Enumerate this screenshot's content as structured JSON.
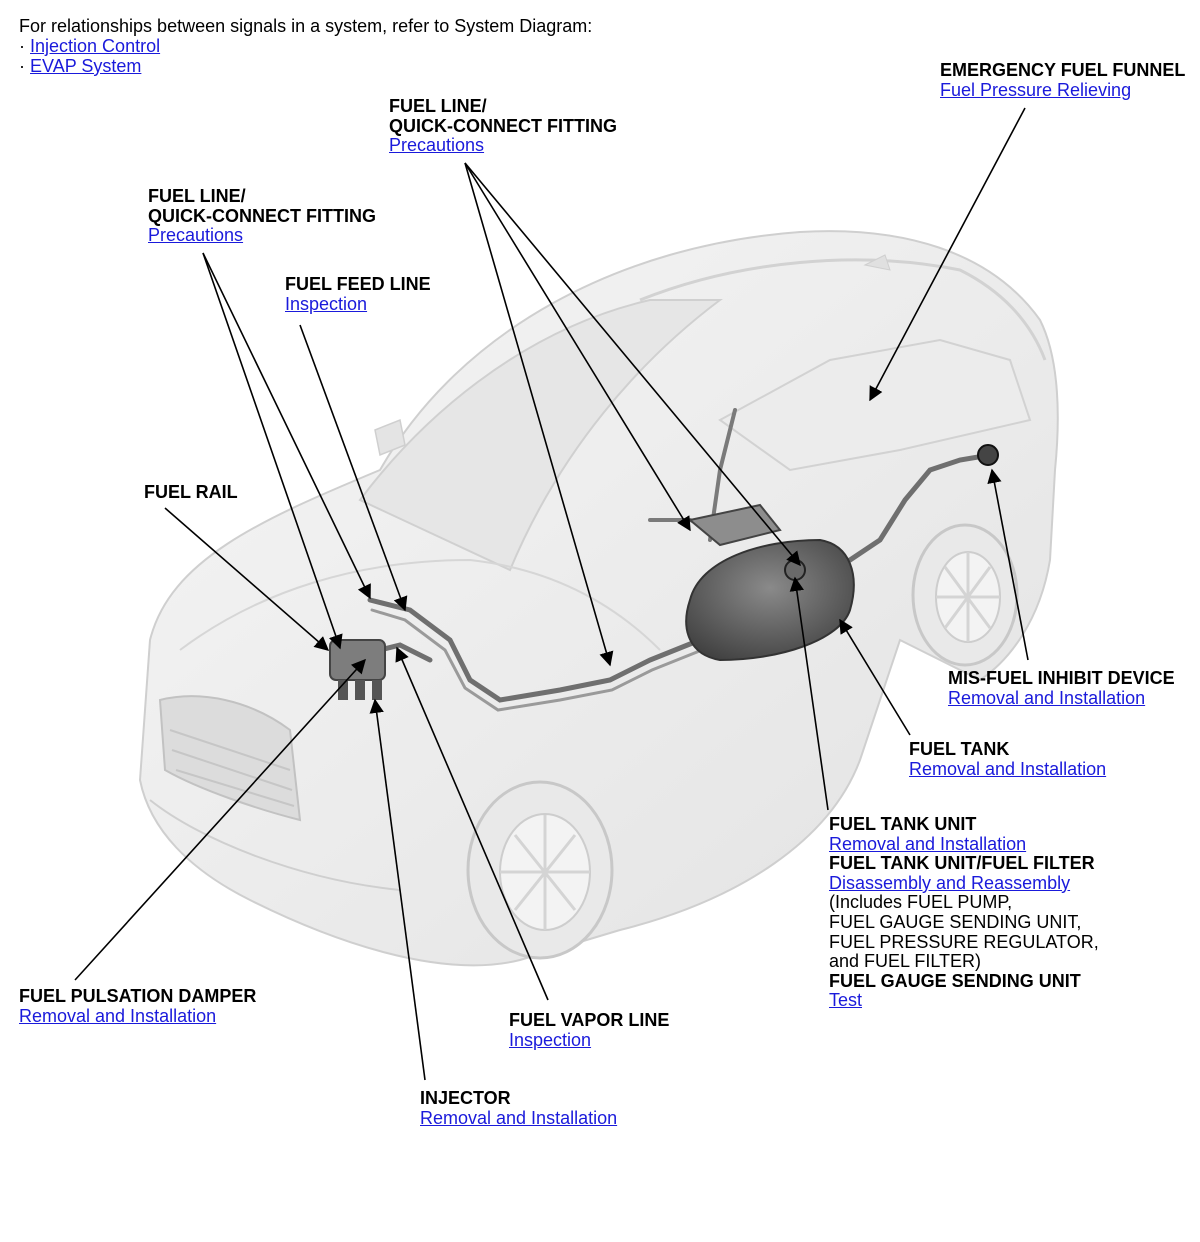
{
  "intro": {
    "text": "For relationships between signals in a system, refer to System Diagram:",
    "bullet": "·",
    "links": [
      "Injection Control",
      "EVAP System"
    ]
  },
  "callouts": {
    "emergency_funnel": {
      "title": "EMERGENCY FUEL FUNNEL",
      "link": "Fuel Pressure Relieving"
    },
    "qc_fitting_upper": {
      "title1": "FUEL LINE/",
      "title2": "QUICK-CONNECT FITTING",
      "link": "Precautions"
    },
    "qc_fitting_left": {
      "title1": "FUEL LINE/",
      "title2": "QUICK-CONNECT FITTING",
      "link": "Precautions"
    },
    "fuel_feed_line": {
      "title": "FUEL FEED LINE",
      "link": "Inspection"
    },
    "fuel_rail": {
      "title": "FUEL RAIL"
    },
    "misfuel": {
      "title": "MIS-FUEL INHIBIT DEVICE",
      "link": "Removal and Installation"
    },
    "fuel_tank": {
      "title": "FUEL TANK",
      "link": "Removal and Installation"
    },
    "fuel_tank_unit": {
      "title": "FUEL TANK UNIT",
      "link": "Removal and Installation",
      "title2": "FUEL TANK UNIT/FUEL FILTER",
      "link2": "Disassembly and Reassembly",
      "note1": "(Includes FUEL PUMP,",
      "note2": "FUEL GAUGE SENDING UNIT,",
      "note3": "FUEL PRESSURE REGULATOR,",
      "note4": "and FUEL FILTER)",
      "title3": "FUEL GAUGE SENDING UNIT",
      "link3": "Test"
    },
    "pulsation_damper": {
      "title": "FUEL PULSATION DAMPER",
      "link": "Removal and Installation"
    },
    "vapor_line": {
      "title": "FUEL VAPOR LINE",
      "link": "Inspection"
    },
    "injector": {
      "title": "INJECTOR",
      "link": "Removal and Installation"
    }
  },
  "colors": {
    "link": "#1a1adb",
    "text": "#000000",
    "car_body": "#eeeeee",
    "car_outline": "#c8c8c8",
    "fuel_line": "#6f6f6f",
    "tank": "#555555"
  }
}
